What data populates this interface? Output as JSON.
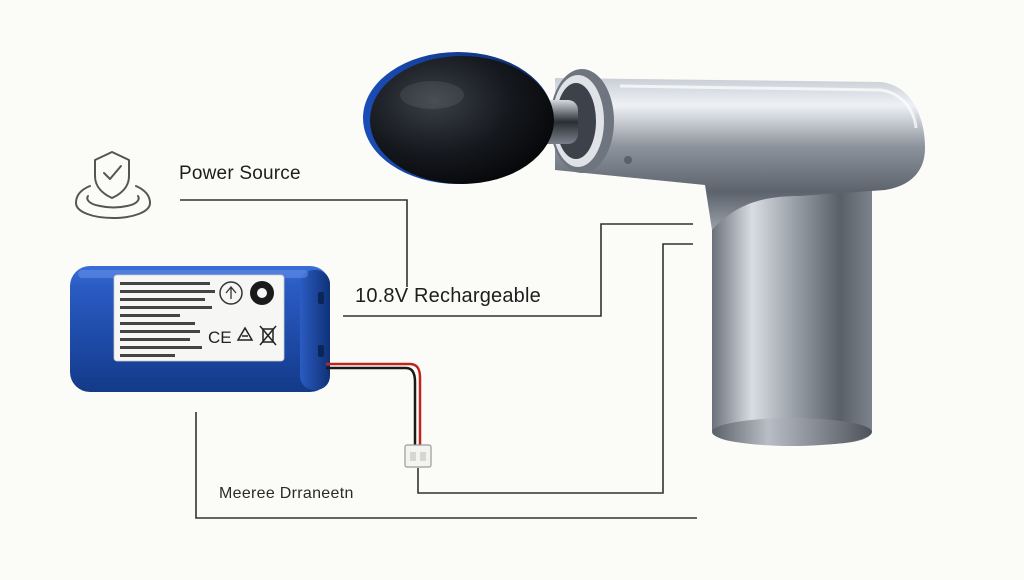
{
  "labels": {
    "power_source": "Power Source",
    "voltage": "10.8V Rechargeable",
    "meter": "Meeree Drraneetn"
  },
  "icons": {
    "power_source": "location-shield-icon"
  },
  "battery": {
    "marks": [
      "CE",
      "recycle",
      "crossed-bin"
    ]
  },
  "colors": {
    "battery_blue": "#1f4fb0",
    "device_metal": "#8c929c",
    "massage_head": "#1a1d22",
    "leader_lines": "#333333"
  }
}
